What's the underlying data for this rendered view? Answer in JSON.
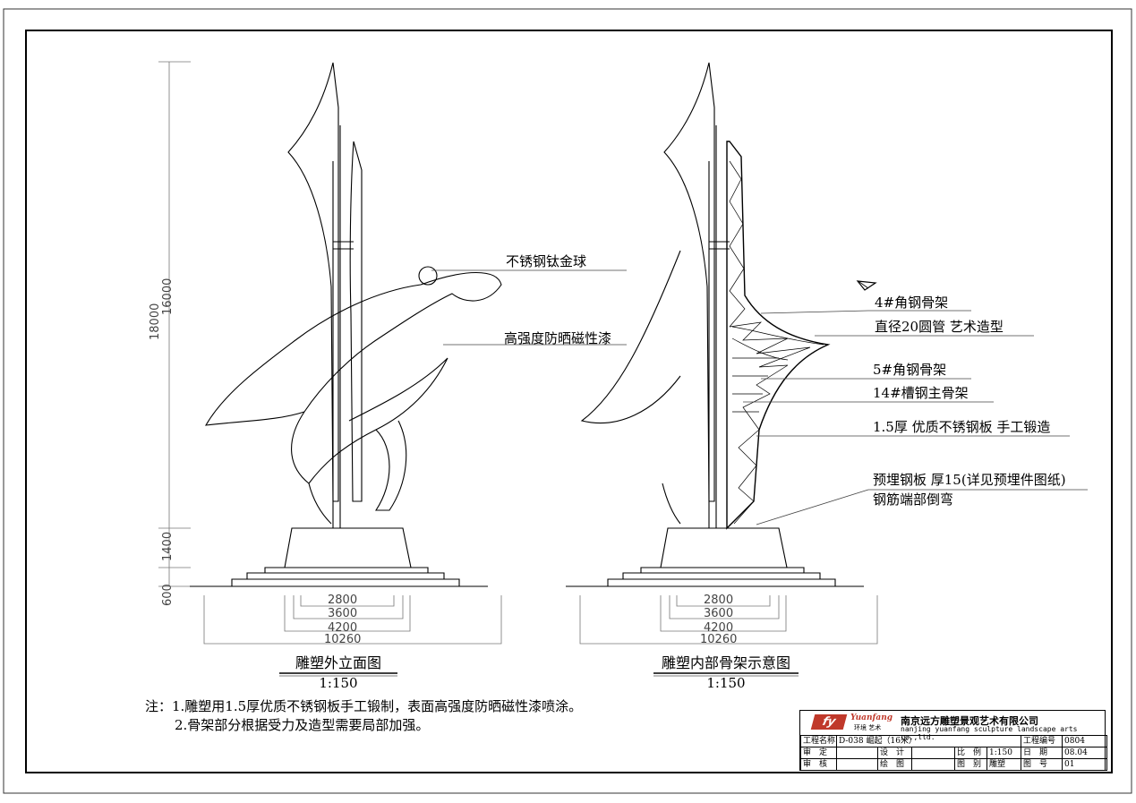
{
  "callouts_left": {
    "ball": "不锈钢钛金球",
    "paint": "高强度防晒磁性漆"
  },
  "callouts_right": {
    "c1": "4#角钢骨架",
    "c2": "直径20圆管 艺术造型",
    "c3": "5#角钢骨架",
    "c4": "14#槽钢主骨架",
    "c5": "1.5厚 优质不锈钢板 手工锻造",
    "c6": "预埋钢板 厚15(详见预埋件图纸)",
    "c7": "钢筋端部倒弯"
  },
  "dims_vertical": {
    "total": "18000",
    "upper": "16000",
    "base": "1400",
    "steps": "600"
  },
  "dims_horizontal": [
    "2800",
    "3600",
    "4200",
    "10260"
  ],
  "views": {
    "left_title": "雕塑外立面图",
    "left_scale": "1:150",
    "right_title": "雕塑内部骨架示意图",
    "right_scale": "1:150"
  },
  "notes": {
    "line1": "注：1.雕塑用1.5厚优质不锈钢板手工锻制，表面高强度防晒磁性漆喷涂。",
    "line2": "2.骨架部分根据受力及造型需要局部加强。"
  },
  "title_block": {
    "logo": "fy",
    "brand_script": "Yuanfang",
    "brand_cn": "环境 艺术",
    "company": "南京远方雕塑景观艺术有限公司",
    "company_en": "nanjing yuanfang sculpture landscape arts co.,ltd.",
    "project_label": "工程名称",
    "project_value": "D-038 崛起（16米）",
    "project_no_label": "工程编号",
    "project_no_value": "0804",
    "approve_label": "审　定",
    "design_label": "设　计",
    "scale_label": "比　例",
    "scale_value": "1:150",
    "date_label": "日　期",
    "date_value": "08.04",
    "review_label": "审　核",
    "draw_label": "绘　图",
    "category_label": "图　别",
    "category_value": "雕塑",
    "sheet_label": "图　号",
    "sheet_value": "01"
  },
  "colors": {
    "line": "#000000",
    "dim": "#666666",
    "logo": "#c0392b"
  }
}
